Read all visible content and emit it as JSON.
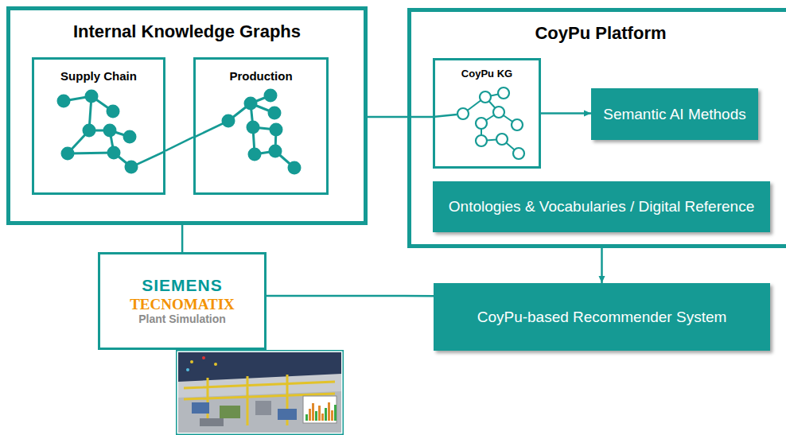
{
  "diagram": {
    "nodes": [
      {
        "text": [
          "Internal Knowledge Graphs"
        ]
      },
      {
        "text": [
          "Supply Chain"
        ],
        "in": 0
      },
      {
        "text": [
          "Production"
        ],
        "in": 0
      },
      {
        "text": [
          "CoyPu Platform"
        ]
      },
      {
        "text": [
          "CoyPu KG"
        ],
        "in": 3
      },
      {
        "text": [
          "Semantic AI Methods"
        ],
        "in": 3
      },
      {
        "text": [
          "Ontologies & Vocabularies / Digital Reference"
        ],
        "in": 3
      },
      {
        "text": [
          "SIEMENS",
          "TECNOMATIX",
          "Plant Simulation"
        ]
      },
      {
        "text": [
          "CoyPu-based Recommender System"
        ]
      }
    ],
    "edges": [
      {
        "from": 1,
        "to": 2,
        "arrow": "none"
      },
      {
        "from": 0,
        "to": 4,
        "arrow": "none"
      },
      {
        "from": 4,
        "to": 5,
        "arrow": "to"
      },
      {
        "from": 3,
        "to": 8,
        "arrow": "to"
      },
      {
        "from": 0,
        "to": 7,
        "arrow": "none"
      },
      {
        "from": 7,
        "to": 8,
        "arrow": "none"
      }
    ]
  }
}
